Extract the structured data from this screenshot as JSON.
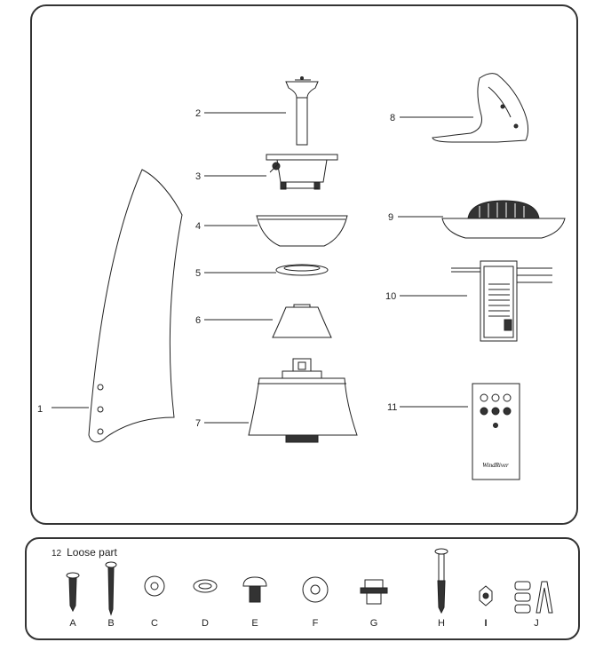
{
  "parts": {
    "p1": "1",
    "p2": "2",
    "p3": "3",
    "p4": "4",
    "p5": "5",
    "p6": "6",
    "p7": "7",
    "p8": "8",
    "p9": "9",
    "p10": "10",
    "p11": "11"
  },
  "loose": {
    "number": "12",
    "title": "Loose part",
    "letters": [
      "A",
      "B",
      "C",
      "D",
      "E",
      "F",
      "G",
      "H",
      "I",
      "J"
    ]
  },
  "remote_logo": "WindRiver"
}
